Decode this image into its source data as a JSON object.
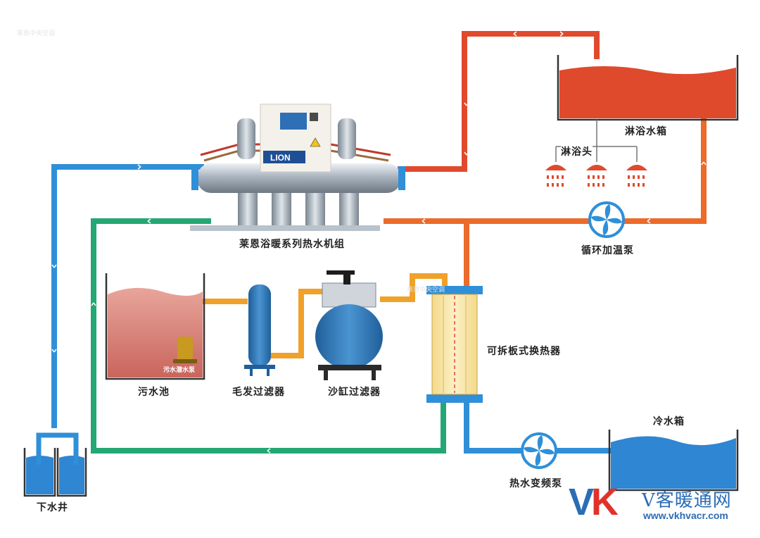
{
  "labels": {
    "unit": "莱恩浴暖系列热水机组",
    "shower_tank": "淋浴水箱",
    "shower_head": "淋浴头",
    "circ_pump": "循环加温泵",
    "sewage_pool": "污水池",
    "sewage_pump": "污水潜水泵",
    "hair_filter": "毛发过滤器",
    "sand_filter": "沙缸过滤器",
    "plate_hx": "可拆板式换热器",
    "cold_tank": "冷水箱",
    "hot_pump": "热水变频泵",
    "drain_well": "下水井"
  },
  "logo_text": "LION",
  "watermark": "莱恩中央空调",
  "brand": {
    "v": "V",
    "k": "K",
    "cn": "V客暖通网",
    "url": "www.vkhvacr.com"
  },
  "colors": {
    "hot": "#e04a2c",
    "warm": "#ec6a2a",
    "cold": "#2f8fd8",
    "green": "#24a774",
    "sewage": "#f0a12a"
  }
}
